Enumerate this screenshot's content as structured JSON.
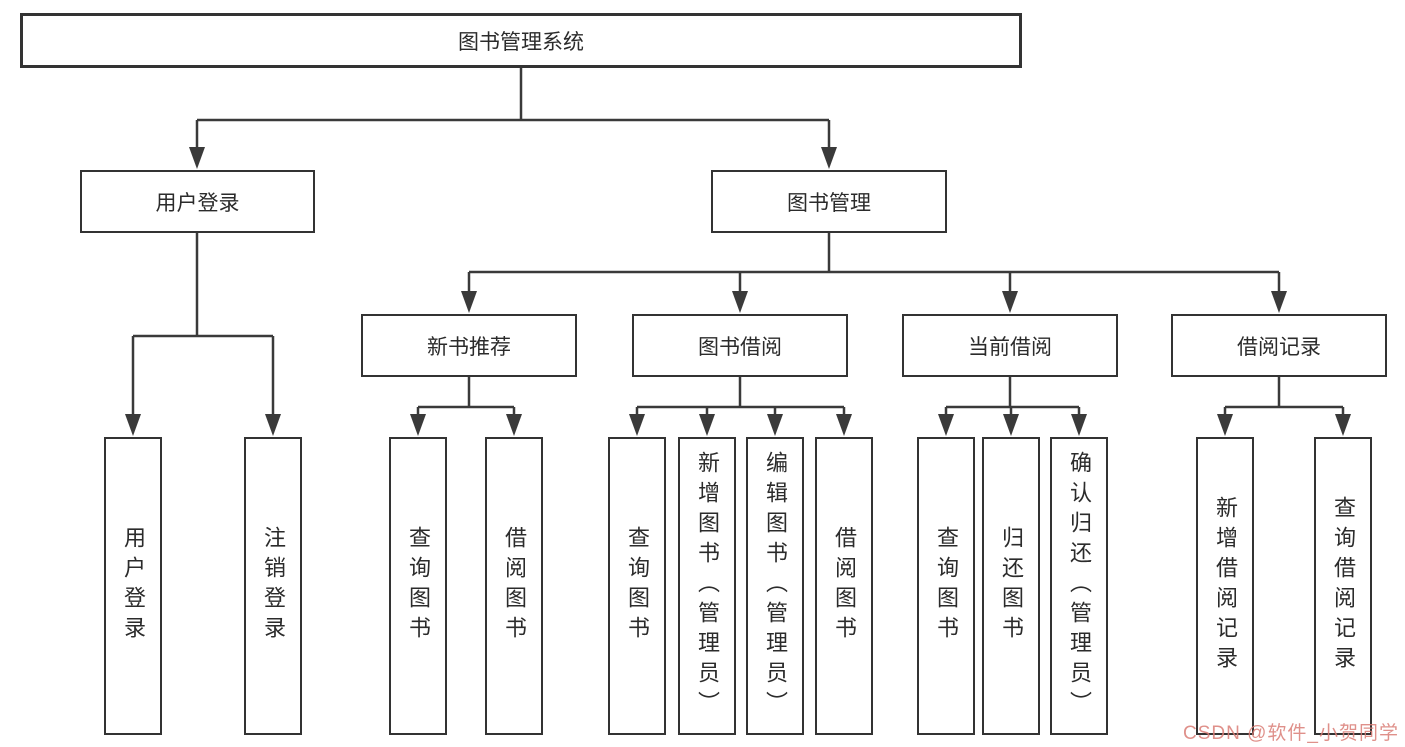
{
  "diagram": {
    "root": {
      "label": "图书管理系统"
    },
    "level2": [
      {
        "id": "user-login",
        "label": "用户登录"
      },
      {
        "id": "book-management",
        "label": "图书管理"
      }
    ],
    "level3": [
      {
        "id": "new-book-recommend",
        "label": "新书推荐",
        "parent": "book-management"
      },
      {
        "id": "book-borrow",
        "label": "图书借阅",
        "parent": "book-management"
      },
      {
        "id": "current-borrow",
        "label": "当前借阅",
        "parent": "book-management"
      },
      {
        "id": "borrow-records",
        "label": "借阅记录",
        "parent": "book-management"
      }
    ],
    "leaves": [
      {
        "label": "用户登录",
        "parent": "user-login"
      },
      {
        "label": "注销登录",
        "parent": "user-login"
      },
      {
        "label": "查询图书",
        "parent": "new-book-recommend"
      },
      {
        "label": "借阅图书",
        "parent": "new-book-recommend"
      },
      {
        "label": "查询图书",
        "parent": "book-borrow"
      },
      {
        "label": "新增图书（管理员）",
        "parent": "book-borrow"
      },
      {
        "label": "编辑图书（管理员）",
        "parent": "book-borrow"
      },
      {
        "label": "借阅图书",
        "parent": "book-borrow"
      },
      {
        "label": "查询图书",
        "parent": "current-borrow"
      },
      {
        "label": "归还图书",
        "parent": "current-borrow"
      },
      {
        "label": "确认归还（管理员）",
        "parent": "current-borrow"
      },
      {
        "label": "新增借阅记录",
        "parent": "borrow-records"
      },
      {
        "label": "查询借阅记录",
        "parent": "borrow-records"
      }
    ]
  },
  "watermark": {
    "text": "CSDN @软件_小贺同学",
    "color": "#d97d76"
  },
  "colors": {
    "background": "#ffffff",
    "line": "#3a3a3a",
    "box_border": "#333333",
    "text": "#2b2b2b"
  }
}
